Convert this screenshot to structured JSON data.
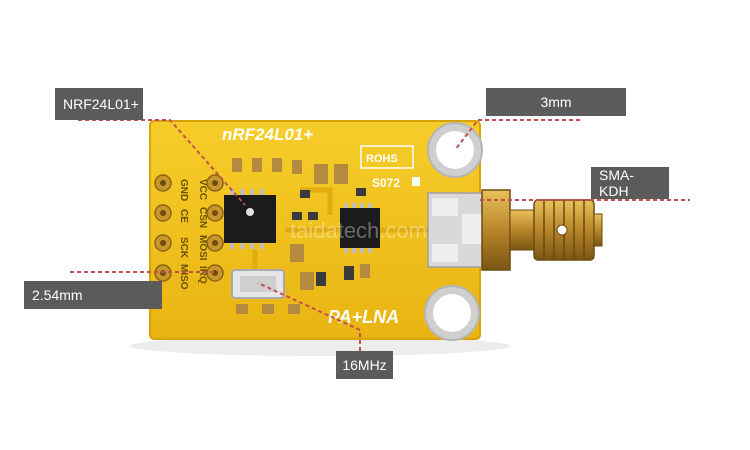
{
  "labels": {
    "nrf": "NRF24L01+",
    "hole": "3mm",
    "antenna": "SMA-KDH",
    "pitch": "2.54mm",
    "crystal": "16MHz"
  },
  "board_print": {
    "model": "nRF24L01+",
    "amp": "PA+LNA",
    "code": "S072",
    "logo": "ROHS",
    "pins_left": [
      "GND",
      "CE",
      "SCK",
      "MISO"
    ],
    "pins_right": [
      "VCC",
      "CSN",
      "MOSI",
      "IRQ"
    ]
  },
  "watermark": "taidatech.com",
  "colors": {
    "pcb": "#f2c21b",
    "pcb_dark": "#d9a80e",
    "gold": "#c9962a",
    "chip": "#1b1b1b",
    "callout": "#5b5b5b",
    "dash": "#c0504d"
  }
}
